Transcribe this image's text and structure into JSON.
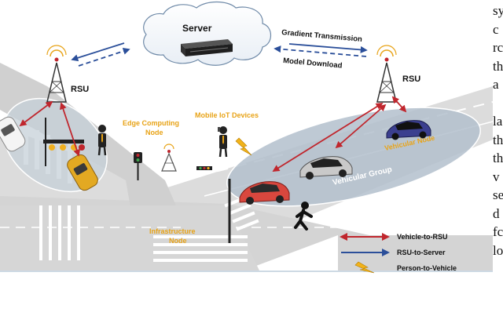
{
  "server": {
    "label": "Server"
  },
  "links": {
    "gradient": "Gradient Transmission",
    "download": "Model Download"
  },
  "rsu": {
    "left_label": "RSU",
    "right_label": "RSU"
  },
  "nodes": {
    "edge_line1": "Edge Computing",
    "edge_line2": "Node",
    "mobile_iot": "Mobile IoT Devices",
    "vehicular_node": "Vehicular Node",
    "vehicular_group": "Vehicular Group",
    "infra_line1": "Infrastructure",
    "infra_line2": "Node"
  },
  "legend": {
    "v2r": "Vehicle-to-RSU",
    "r2s": "RSU-to-Server",
    "p2v": "Person-to-Vehicle"
  },
  "colors": {
    "red_link": "#c0262d",
    "blue_link": "#2b4f9a",
    "orange_label": "#e8a317",
    "road": "#d9d9d9",
    "group_ellipse": "#b3c0cc"
  },
  "side_text": {
    "top": [
      "sy",
      "c",
      "rc",
      "th",
      "a"
    ],
    "bottom": [
      "la",
      "th",
      "th",
      "v",
      "se",
      "d",
      "fc",
      "lo"
    ]
  }
}
